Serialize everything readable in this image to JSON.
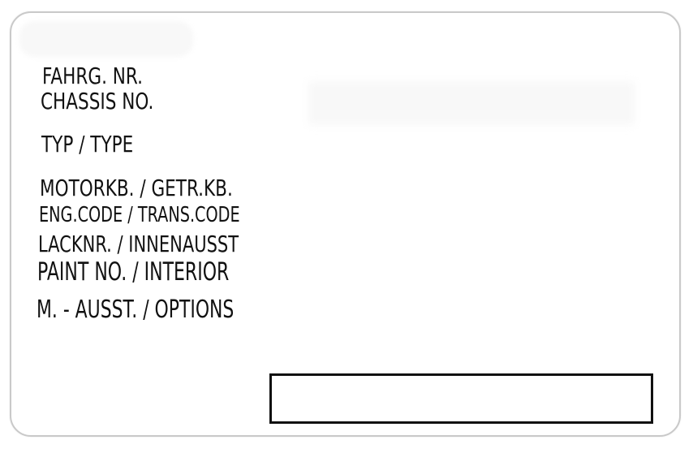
{
  "plate": {
    "labels": {
      "chassis_number_de": "FAHRG. NR.",
      "chassis_number_en": "CHASSIS NO.",
      "type": "TYP / TYPE",
      "engine_transmission_de": "MOTORKB. / GETR.KB.",
      "engine_transmission_en": "ENG.CODE / TRANS.CODE",
      "paint_interior_de": "LACKNR. / INNENAUSST",
      "paint_interior_en": "PAINT NO. / INTERIOR",
      "options": "M. - AUSST. / OPTIONS"
    },
    "colors": {
      "text": "#111111",
      "border": "#c9c9c9",
      "background": "#ffffff"
    }
  }
}
